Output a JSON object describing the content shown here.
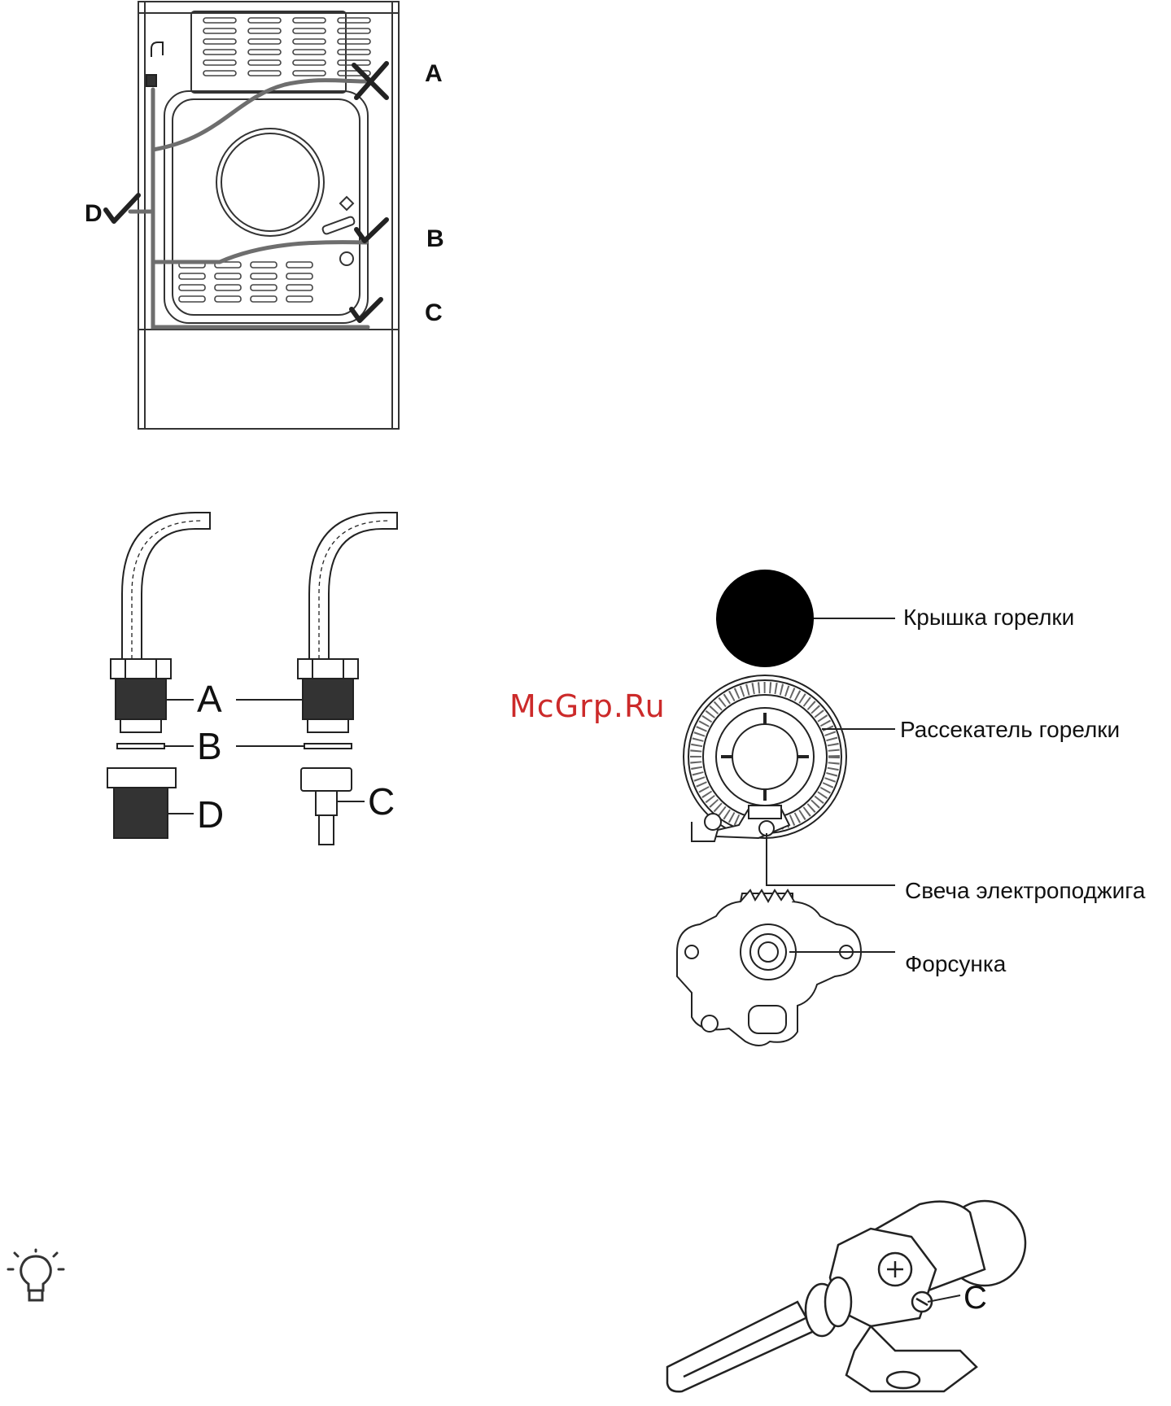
{
  "figure_top": {
    "labels": {
      "a": "A",
      "b": "B",
      "c": "C",
      "d": "D"
    }
  },
  "figure_fittings": {
    "labels": {
      "a": "A",
      "b": "B",
      "c": "C",
      "d": "D"
    }
  },
  "figure_burner": {
    "labels": {
      "cap": "Крышка горелки",
      "spreader": "Рассекатель горелки",
      "spark": "Свеча электроподжига",
      "nozzle": "Форсунка"
    }
  },
  "figure_valve": {
    "labels": {
      "c": "C"
    }
  },
  "watermark": "McGrp.Ru",
  "icons": {
    "tip": "lightbulb-icon"
  },
  "colors": {
    "line": "#222222",
    "hose": "#6e6e6e",
    "watermark": "#cc2a2a"
  }
}
